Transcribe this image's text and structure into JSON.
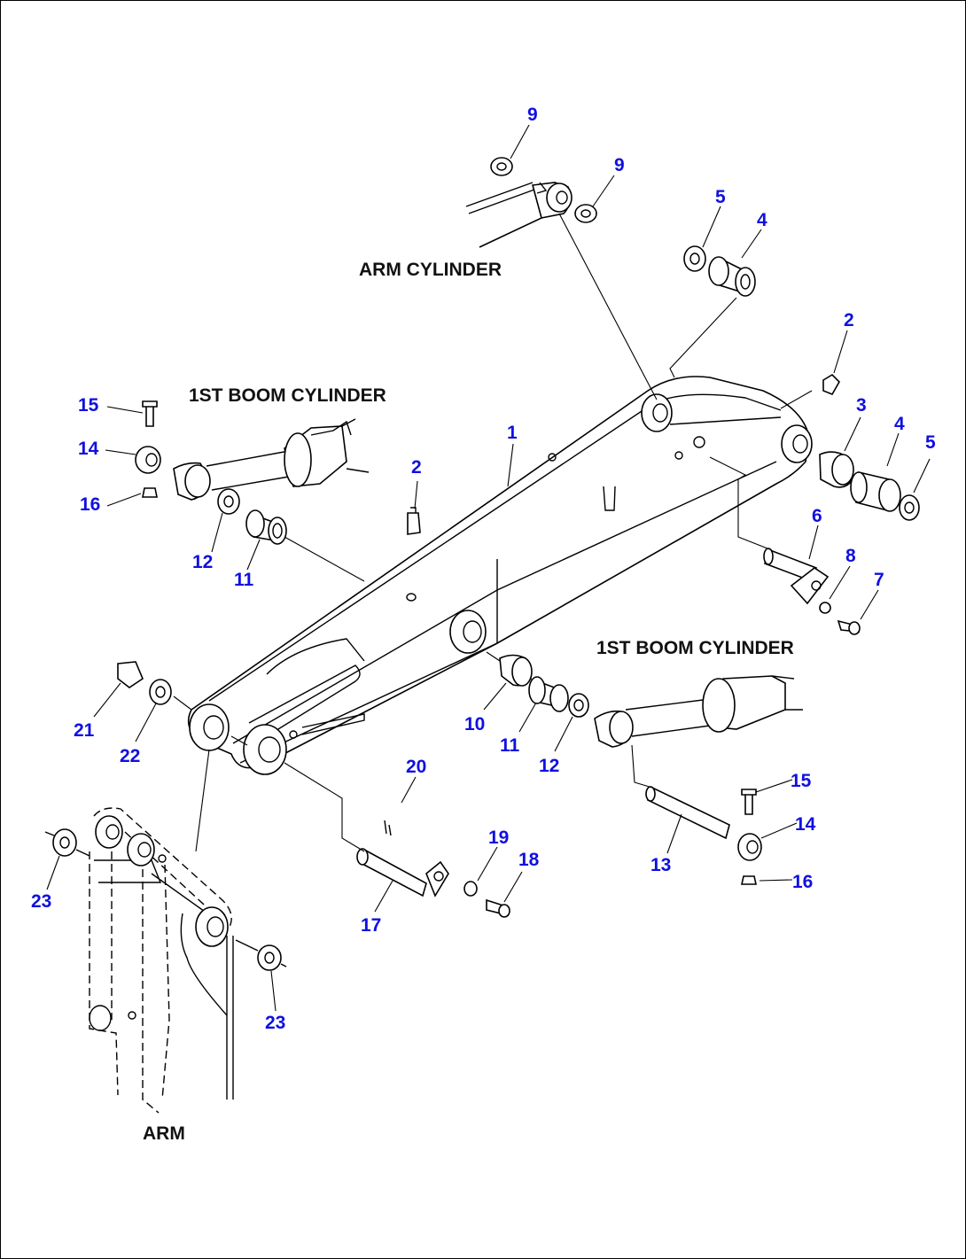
{
  "labels": {
    "arm_cylinder": "ARM CYLINDER",
    "boom_cylinder_upper": "1ST BOOM CYLINDER",
    "boom_cylinder_lower": "1ST BOOM CYLINDER",
    "arm": "ARM"
  },
  "parts": [
    {
      "num": "9"
    },
    {
      "num": "9"
    },
    {
      "num": "5"
    },
    {
      "num": "4"
    },
    {
      "num": "2"
    },
    {
      "num": "15"
    },
    {
      "num": "14"
    },
    {
      "num": "16"
    },
    {
      "num": "12"
    },
    {
      "num": "11"
    },
    {
      "num": "2"
    },
    {
      "num": "1"
    },
    {
      "num": "3"
    },
    {
      "num": "4"
    },
    {
      "num": "5"
    },
    {
      "num": "6"
    },
    {
      "num": "8"
    },
    {
      "num": "7"
    },
    {
      "num": "21"
    },
    {
      "num": "22"
    },
    {
      "num": "10"
    },
    {
      "num": "11"
    },
    {
      "num": "12"
    },
    {
      "num": "20"
    },
    {
      "num": "15"
    },
    {
      "num": "14"
    },
    {
      "num": "13"
    },
    {
      "num": "16"
    },
    {
      "num": "19"
    },
    {
      "num": "18"
    },
    {
      "num": "17"
    },
    {
      "num": "23"
    },
    {
      "num": "23"
    }
  ],
  "colors": {
    "callout": "#1010e0",
    "line": "#000000"
  }
}
